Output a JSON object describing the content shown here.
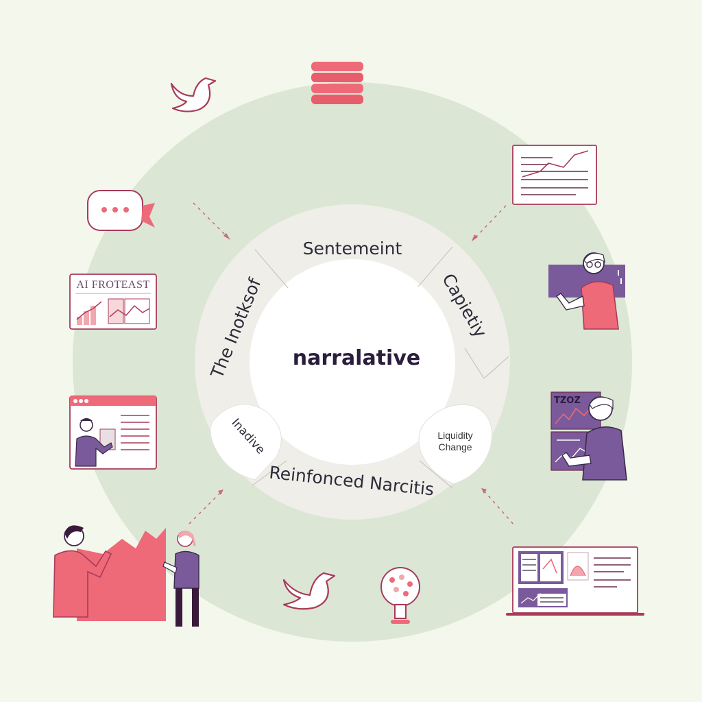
{
  "diagram": {
    "center": "narralative",
    "segments": {
      "top": "Sentemeint",
      "right": "Capietiy",
      "left": "The Inotksof",
      "bottom": "Reinfonced Narcitis"
    },
    "bubbles": {
      "left": "Inadive",
      "right_line1": "Liquidity",
      "right_line2": "Change"
    }
  },
  "cards": {
    "forecast_title": "AI FROTEAST",
    "monitor_text": "TZOZ"
  },
  "colors": {
    "background": "#f3f7ec",
    "outer_ring": "#dbe6d4",
    "inner_ring": "#efeee9",
    "accent_pink": "#ee6a78",
    "accent_purple": "#7a5a9a",
    "ink": "#6a2a4a"
  },
  "icons": [
    "bird-icon",
    "coin-stack-icon",
    "chat-bubble-icon",
    "chart-card-icon",
    "lightbulb-icon",
    "person-icon",
    "laptop-icon"
  ]
}
